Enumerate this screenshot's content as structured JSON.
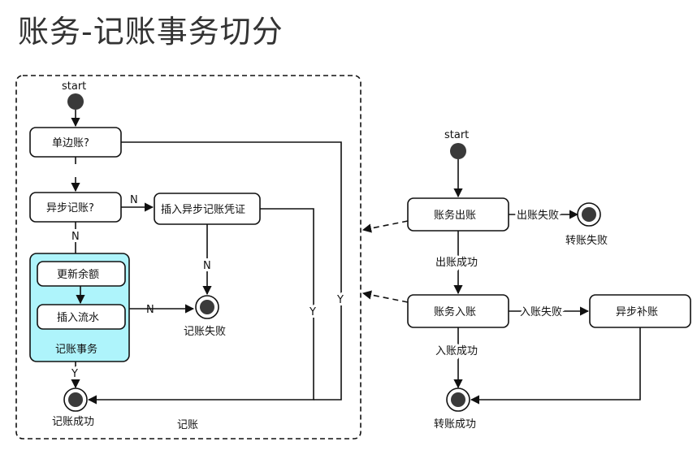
{
  "title": "账务-记账事务切分",
  "colors": {
    "stroke": "#111111",
    "group_fill": "#aef4fb",
    "node_fill": "#ffffff",
    "dot": "#3a3a3a"
  },
  "left": {
    "start": "start",
    "node_single": "单边账?",
    "node_async": "异步记账?",
    "node_insert_voucher": "插入异步记账凭证",
    "node_update_balance": "更新余额",
    "node_insert_flow": "插入流水",
    "group_label": "记账事务",
    "end_fail": "记账失败",
    "end_success": "记账成功",
    "frame_label": "记账",
    "edge_n1": "N",
    "edge_n2": "N",
    "edge_n3": "N",
    "edge_n4": "N",
    "edge_y_group": "Y",
    "edge_y_voucher": "Y",
    "edge_y_single": "Y"
  },
  "right": {
    "start": "start",
    "node_debit": "账务出账",
    "debit_fail": "出账失败",
    "transfer_fail": "转账失败",
    "debit_success": "出账成功",
    "node_credit": "账务入账",
    "credit_fail": "入账失败",
    "node_async_comp": "异步补账",
    "credit_success": "入账成功",
    "transfer_success": "转账成功"
  }
}
